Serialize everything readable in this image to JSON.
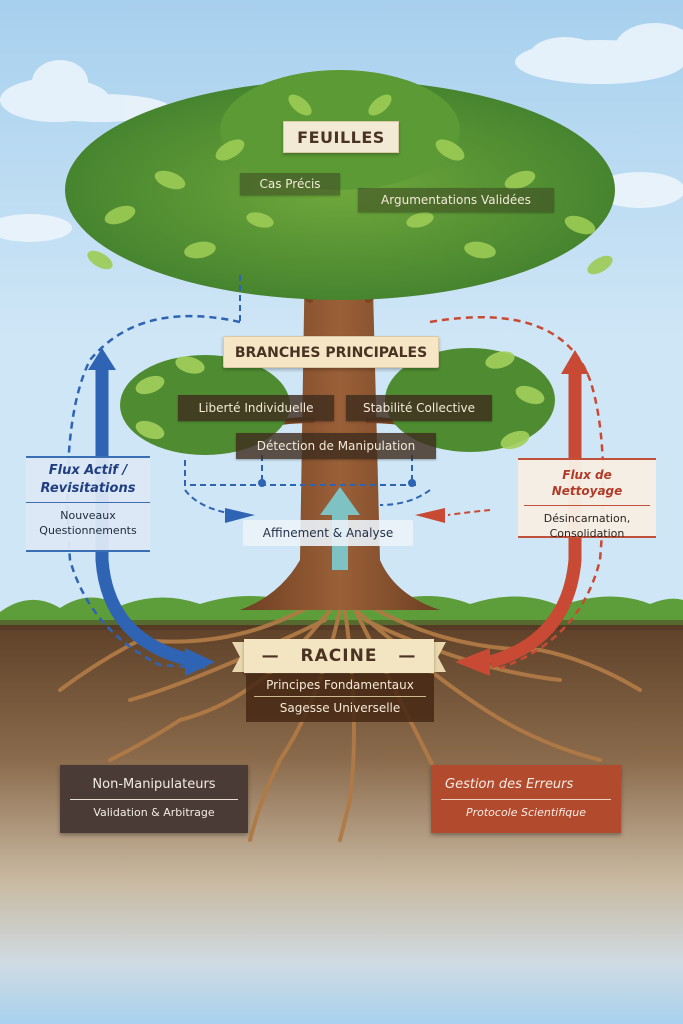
{
  "colors": {
    "sky": "#a9d2ef",
    "leaf_light": "#8cc34a",
    "leaf_dark": "#3f7d2c",
    "trunk": "#8a5330",
    "soil": "#6b4a2e",
    "active_flow": "#2f64b4",
    "cleanup_flow": "#c84a34",
    "refine_arrow": "#7fc2c4"
  },
  "feuilles": {
    "title": "FEUILLES",
    "items": [
      "Cas Précis",
      "Argumentations Validées"
    ]
  },
  "branches": {
    "title": "BRANCHES PRINCIPALES",
    "items": [
      "Liberté Individuelle",
      "Stabilité Collective",
      "Détection de Manipulation"
    ]
  },
  "trunk": {
    "label": "Affinement & Analyse"
  },
  "flux_actif": {
    "title": "Flux Actif / Revisitations",
    "subtitle": "Nouveaux Questionnements"
  },
  "flux_nettoyage": {
    "title": "Flux de Nettoyage",
    "subtitle": "Désincarnation, Consolidation"
  },
  "racine": {
    "title": "RACINE",
    "decor": "—",
    "items": [
      "Principes Fondamentaux",
      "Sagesse Universelle"
    ]
  },
  "non_manipulateurs": {
    "title": "Non-Manipulateurs",
    "subtitle": "Validation & Arbitrage"
  },
  "gestion_erreurs": {
    "title": "Gestion des Erreurs",
    "subtitle": "Protocole Scientifique"
  }
}
